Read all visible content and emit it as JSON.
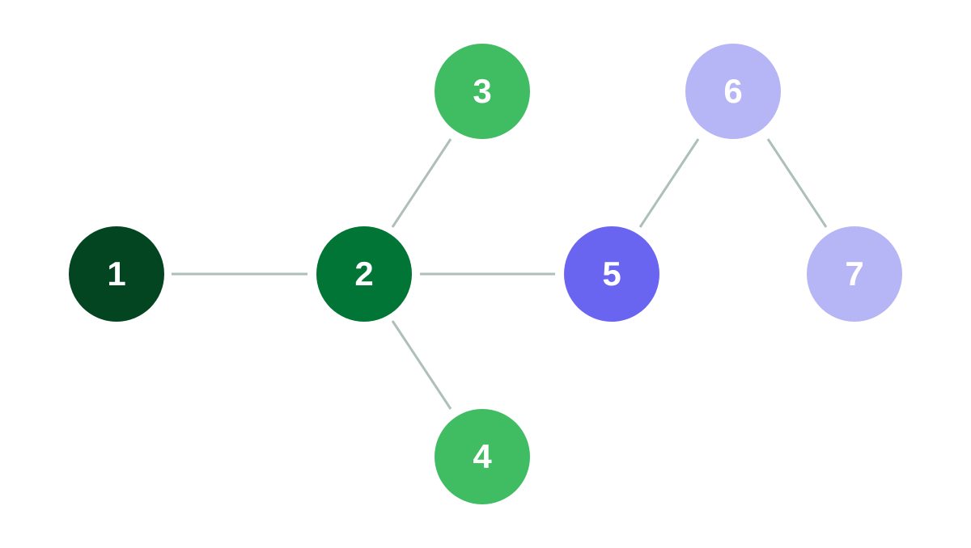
{
  "colors": {
    "edge": "#aebfba",
    "dark_green": "#024520",
    "green": "#007535",
    "light_green": "#40bc63",
    "indigo": "#6965f0",
    "lavender": "#b6b6f6",
    "node_text": "#ffffff"
  },
  "nodes": [
    {
      "id": "1",
      "label": "1",
      "color": "#024520"
    },
    {
      "id": "2",
      "label": "2",
      "color": "#007535"
    },
    {
      "id": "3",
      "label": "3",
      "color": "#40bc63"
    },
    {
      "id": "4",
      "label": "4",
      "color": "#40bc63"
    },
    {
      "id": "5",
      "label": "5",
      "color": "#6965f0"
    },
    {
      "id": "6",
      "label": "6",
      "color": "#b6b6f6"
    },
    {
      "id": "7",
      "label": "7",
      "color": "#b6b6f6"
    }
  ],
  "edges": [
    {
      "from": "1",
      "to": "2"
    },
    {
      "from": "2",
      "to": "3"
    },
    {
      "from": "2",
      "to": "4"
    },
    {
      "from": "2",
      "to": "5"
    },
    {
      "from": "5",
      "to": "6"
    },
    {
      "from": "6",
      "to": "7"
    }
  ]
}
